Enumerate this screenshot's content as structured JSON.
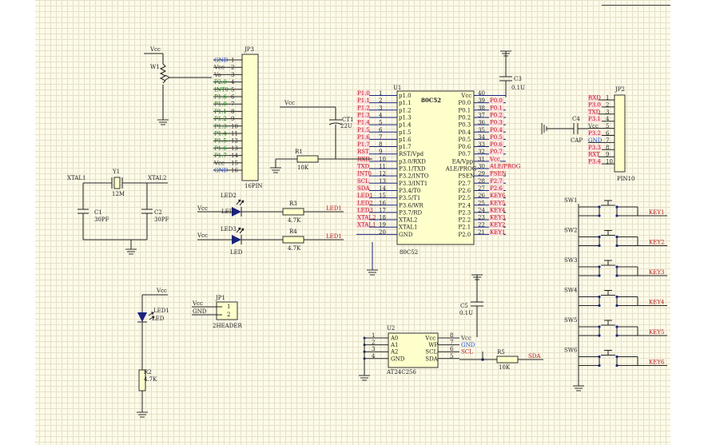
{
  "jp3": {
    "designator": "JP3",
    "name": "16PIN",
    "pins": [
      "1",
      "2",
      "3",
      "4",
      "5",
      "6",
      "7",
      "8",
      "9",
      "10",
      "11",
      "12",
      "13",
      "14",
      "15",
      "16"
    ],
    "nets": [
      "GND",
      "Vcc",
      "Vo",
      "P2.0",
      "INT0",
      "P1.6",
      "P1.0",
      "P1.1",
      "P1.2",
      "P1.3",
      "P1.4",
      "P1.5",
      "P1.6",
      "P1.7",
      "Vcc",
      "GND"
    ]
  },
  "w1": {
    "designator": "W1",
    "vcc": "Vcc"
  },
  "u1": {
    "designator": "U1",
    "name": "80C52",
    "left_pins": [
      {
        "net": "P1.0",
        "num": "1",
        "func": "p1.0"
      },
      {
        "net": "P1.1",
        "num": "2",
        "func": "p1.1"
      },
      {
        "net": "P1.2",
        "num": "3",
        "func": "p1.2"
      },
      {
        "net": "P1.3",
        "num": "4",
        "func": "p1.3"
      },
      {
        "net": "P1.4",
        "num": "5",
        "func": "p1.4"
      },
      {
        "net": "P1.5",
        "num": "6",
        "func": "p1.5"
      },
      {
        "net": "P1.6",
        "num": "7",
        "func": "p1.6"
      },
      {
        "net": "P1.7",
        "num": "8",
        "func": "p1.7"
      },
      {
        "net": "RST",
        "num": "9",
        "func": "RST/Vpd"
      },
      {
        "net": "RXD",
        "num": "10",
        "func": "p3.0/RXD"
      },
      {
        "net": "TXD",
        "num": "11",
        "func": "P3.1/TXD"
      },
      {
        "net": "INT0",
        "num": "12",
        "func": "P3.2/INTO"
      },
      {
        "net": "SCL",
        "num": "13",
        "func": "P3.3/INT1"
      },
      {
        "net": "SDA",
        "num": "14",
        "func": "P3.4/T0"
      },
      {
        "net": "LED1",
        "num": "15",
        "func": "P3.5/T1"
      },
      {
        "net": "LED2",
        "num": "16",
        "func": "P3.6/WR"
      },
      {
        "net": "LED3",
        "num": "17",
        "func": "P3.7/RD"
      },
      {
        "net": "XTAL2",
        "num": "18",
        "func": "XTAL2"
      },
      {
        "net": "XTAL1",
        "num": "19",
        "func": "XTAL1"
      },
      {
        "net": "",
        "num": "20",
        "func": "GND"
      }
    ],
    "right_pins": [
      {
        "num": "40",
        "func": "Vcc",
        "net": ""
      },
      {
        "num": "39",
        "func": "P0.0",
        "net": "P0.0"
      },
      {
        "num": "38",
        "func": "P0.1",
        "net": "P0.1"
      },
      {
        "num": "37",
        "func": "P0.2",
        "net": "P0.2"
      },
      {
        "num": "36",
        "func": "P0.3",
        "net": "P0.3"
      },
      {
        "num": "35",
        "func": "P0.4",
        "net": "P0.4"
      },
      {
        "num": "34",
        "func": "P0.5",
        "net": "P0.5"
      },
      {
        "num": "33",
        "func": "P0.6",
        "net": "P0.6"
      },
      {
        "num": "32",
        "func": "P0.7",
        "net": "P0.7"
      },
      {
        "num": "31",
        "func": "EA/Vpp",
        "net": "Vcc"
      },
      {
        "num": "30",
        "func": "ALE/PROG",
        "net": "ALE/PROG"
      },
      {
        "num": "29",
        "func": "PSEN",
        "net": "PSEN"
      },
      {
        "num": "28",
        "func": "P2.7",
        "net": "P2.7"
      },
      {
        "num": "27",
        "func": "P2.6",
        "net": "P2.6"
      },
      {
        "num": "26",
        "func": "P2.5",
        "net": "KEY6"
      },
      {
        "num": "25",
        "func": "P2.4",
        "net": "KEY5"
      },
      {
        "num": "24",
        "func": "P2.3",
        "net": "KEY4"
      },
      {
        "num": "23",
        "func": "P2.2",
        "net": "KEY3"
      },
      {
        "num": "22",
        "func": "P2.1",
        "net": "KEY2"
      },
      {
        "num": "21",
        "func": "P2.0",
        "net": "KEY1"
      }
    ],
    "bottom_label": "80C52"
  },
  "c3": {
    "designator": "C3",
    "value": "0.1U"
  },
  "ct1": {
    "designator": "CT1",
    "value": "22U",
    "vcc": "Vcc"
  },
  "r1": {
    "designator": "R1",
    "value": "10K"
  },
  "crystal": {
    "designator": "Y1",
    "value": "12M",
    "left_net": "XTAL1",
    "right_net": "XTAL2"
  },
  "c1": {
    "designator": "C1",
    "value": "30PF"
  },
  "c2": {
    "designator": "C2",
    "value": "30PF"
  },
  "led2": {
    "designator": "LED2",
    "label": "LED",
    "vcc": "Vcc"
  },
  "led3": {
    "designator": "LED3",
    "label": "LED",
    "vcc": "Vcc"
  },
  "r3": {
    "designator": "R3",
    "value": "4.7K",
    "net": "LED1"
  },
  "r4": {
    "designator": "R4",
    "value": "4.7K",
    "net": "LED1"
  },
  "jp2": {
    "designator": "JP2",
    "name": "PIN10",
    "pins": [
      "1",
      "2",
      "3",
      "4",
      "5",
      "6",
      "7",
      "8",
      "9",
      "10"
    ],
    "nets": [
      "RXD",
      "P3.0",
      "TXD",
      "P3.1",
      "Vcc",
      "P3.2",
      "GND",
      "P3.3",
      "RXT",
      "P3.4"
    ]
  },
  "c4": {
    "designator": "C4",
    "value": "CAP"
  },
  "switches": [
    {
      "designator": "SW1",
      "net": "KEY1"
    },
    {
      "designator": "SW2",
      "net": "KEY2"
    },
    {
      "designator": "SW3",
      "net": "KEY3"
    },
    {
      "designator": "SW4",
      "net": "KEY4"
    },
    {
      "designator": "SW5",
      "net": "KEY5"
    },
    {
      "designator": "SW6",
      "net": "KEY6"
    }
  ],
  "jp1": {
    "designator": "JP1",
    "name": "2HEADER",
    "pins": [
      "1",
      "2"
    ],
    "nets": [
      "Vcc",
      "GND"
    ]
  },
  "led1": {
    "designator": "LED1",
    "label": "LED",
    "vcc": "Vcc"
  },
  "r2": {
    "designator": "R2",
    "value": "4.7K"
  },
  "c5": {
    "designator": "C5",
    "value": "0.1U"
  },
  "u2": {
    "designator": "U2",
    "name": "AT24C256",
    "left_pins": [
      {
        "num": "1",
        "func": "A0"
      },
      {
        "num": "2",
        "func": "A1"
      },
      {
        "num": "3",
        "func": "A2"
      },
      {
        "num": "4",
        "func": "GND"
      }
    ],
    "right_pins": [
      {
        "num": "8",
        "func": "Vcc",
        "net": "Vcc"
      },
      {
        "num": "7",
        "func": "WP",
        "net": "GND"
      },
      {
        "num": "6",
        "func": "SCL",
        "net": "SCL"
      },
      {
        "num": "5",
        "func": "SDA",
        "net": ""
      }
    ]
  },
  "r5": {
    "designator": "R5",
    "value": "10K",
    "net": "SDA"
  }
}
